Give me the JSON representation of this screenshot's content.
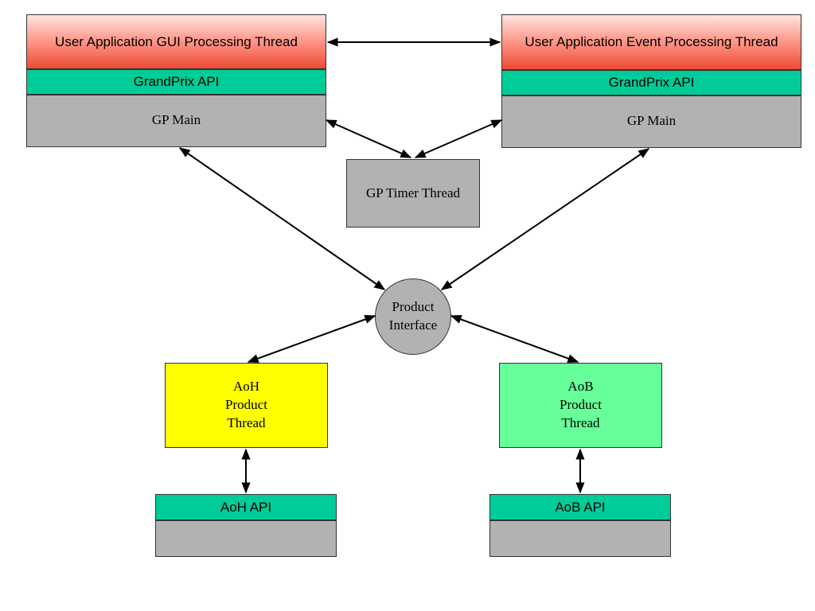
{
  "left_stack": {
    "gui_thread": "User Application GUI Processing Thread",
    "api": "GrandPrix API",
    "main": "GP Main"
  },
  "right_stack": {
    "event_thread": "User Application Event Processing Thread",
    "api": "GrandPrix API",
    "main": "GP Main"
  },
  "timer_thread": "GP Timer Thread",
  "product_interface": "Product\nInterface",
  "aoh": {
    "thread": "AoH\nProduct\nThread",
    "api": "AoH API"
  },
  "aob": {
    "thread": "AoB\nProduct\nThread",
    "api": "AoB API"
  },
  "colors": {
    "gui_gradient_bottom": "#ee4a35",
    "api_teal": "#00cc99",
    "box_gray": "#b2b2b2",
    "aoh_yellow": "#ffff00",
    "aob_green": "#66ff99"
  }
}
